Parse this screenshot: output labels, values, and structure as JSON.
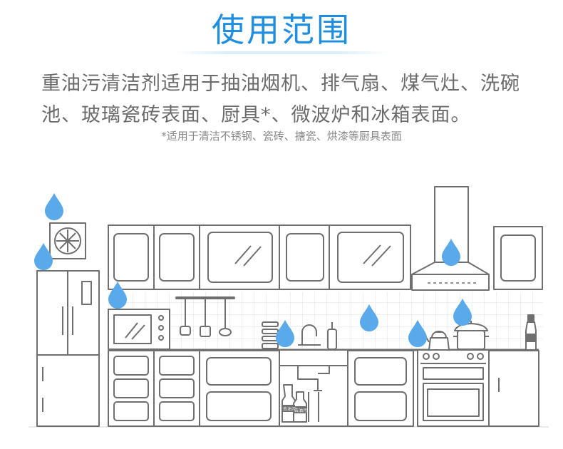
{
  "heading": "使用范围",
  "description": "重油污清洁剂适用于抽油烟机、排气扇、煤气灶、洗碗池、玻璃瓷砖表面、厨具*、微波炉和冰箱表面。",
  "footnote": "*适用于清洁不锈钢、瓷砖、搪瓷、烘漆等厨具表面",
  "bottle_label": "去油污",
  "colors": {
    "accent": "#1f8ee0",
    "marker": "#5aa9ea",
    "line": "#6f6f6f",
    "text": "#6b6b6b"
  },
  "markers": [
    {
      "target": "exhaust-fan",
      "icon": "location-pin-icon"
    },
    {
      "target": "refrigerator",
      "icon": "location-pin-icon"
    },
    {
      "target": "microwave",
      "icon": "location-pin-icon"
    },
    {
      "target": "sink",
      "icon": "location-pin-icon"
    },
    {
      "target": "tiles",
      "icon": "location-pin-icon"
    },
    {
      "target": "range-hood",
      "icon": "location-pin-icon"
    },
    {
      "target": "kettle",
      "icon": "location-pin-icon"
    },
    {
      "target": "cooking-pot",
      "icon": "location-pin-icon"
    }
  ]
}
